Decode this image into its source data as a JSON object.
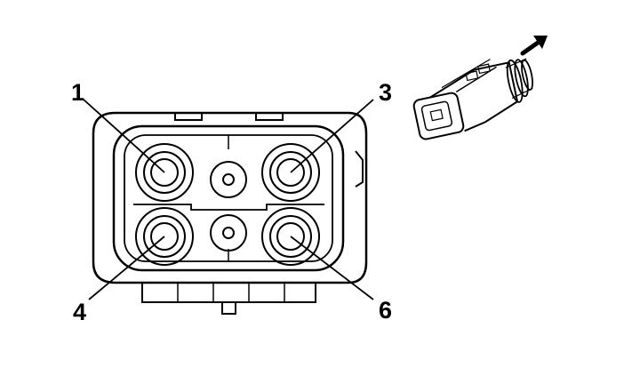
{
  "pin_labels": {
    "pin_1": "1",
    "pin_3": "3",
    "pin_4": "4",
    "pin_6": "6"
  },
  "icons": {
    "direction": "arrow-up-right-icon",
    "connector_view": "connector-side-view-icon"
  },
  "colors": {
    "line": "#000000",
    "background": "#ffffff",
    "shade": "#e6e6e6"
  }
}
